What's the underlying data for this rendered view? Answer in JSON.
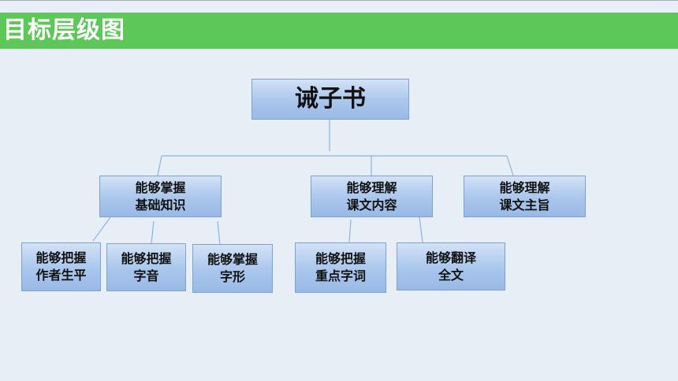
{
  "title": "目标层级图",
  "root": "诫子书",
  "level1": [
    {
      "lines": [
        "能够掌握",
        "基础知识"
      ]
    },
    {
      "lines": [
        "能够理解",
        "课文内容"
      ]
    },
    {
      "lines": [
        "能够理解",
        "课文主旨"
      ]
    }
  ],
  "level2": [
    {
      "lines": [
        "能够把握",
        "作者生平"
      ]
    },
    {
      "lines": [
        "能够把握",
        "字音"
      ]
    },
    {
      "lines": [
        "能够掌握",
        "字形"
      ]
    },
    {
      "lines": [
        "能够把握",
        "重点字词"
      ]
    },
    {
      "lines": [
        "能够翻译",
        "全文"
      ]
    }
  ],
  "colors": {
    "title_bar": "#5dc75a",
    "background": "#e7eef6",
    "node_fill": "#a9c6ec",
    "connector": "#8db4e0"
  }
}
